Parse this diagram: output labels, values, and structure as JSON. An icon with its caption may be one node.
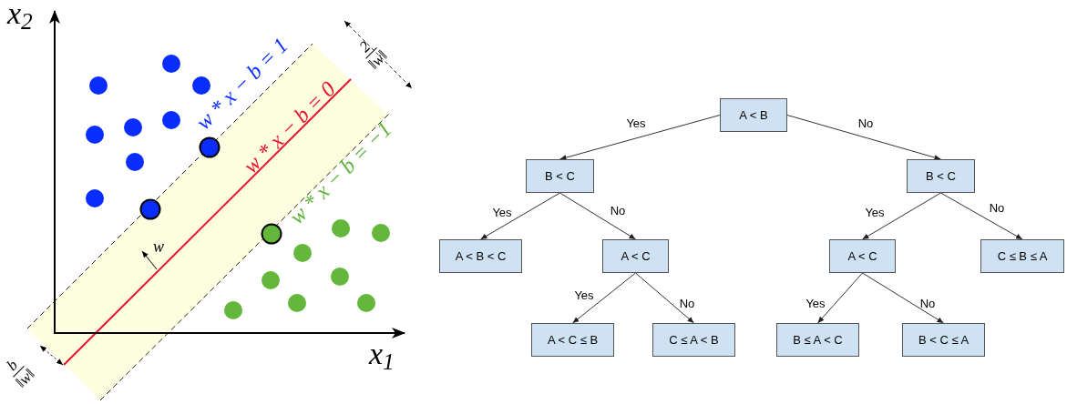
{
  "diagram": {
    "nodes": [
      {
        "text": [
          "A < B"
        ]
      },
      {
        "text": [
          "B < C"
        ]
      },
      {
        "text": [
          "B < C"
        ]
      },
      {
        "text": [
          "A < B < C"
        ]
      },
      {
        "text": [
          "A < C"
        ]
      },
      {
        "text": [
          "A < C"
        ]
      },
      {
        "text": [
          "C ≤ B ≤ A"
        ]
      },
      {
        "text": [
          "A < C ≤ B"
        ]
      },
      {
        "text": [
          "C ≤ A < B"
        ]
      },
      {
        "text": [
          "B ≤ A < C"
        ]
      },
      {
        "text": [
          "B < C ≤ A"
        ]
      }
    ],
    "edges": [
      {
        "from": 0,
        "to": 1,
        "arrow": "to",
        "label": "Yes"
      },
      {
        "from": 0,
        "to": 2,
        "arrow": "to",
        "label": "No"
      },
      {
        "from": 1,
        "to": 3,
        "arrow": "to",
        "label": "Yes"
      },
      {
        "from": 1,
        "to": 4,
        "arrow": "to",
        "label": "No"
      },
      {
        "from": 2,
        "to": 5,
        "arrow": "to",
        "label": "Yes"
      },
      {
        "from": 2,
        "to": 6,
        "arrow": "to",
        "label": "No"
      },
      {
        "from": 4,
        "to": 7,
        "arrow": "to",
        "label": "Yes"
      },
      {
        "from": 4,
        "to": 8,
        "arrow": "to",
        "label": "No"
      },
      {
        "from": 5,
        "to": 9,
        "arrow": "to",
        "label": "Yes"
      },
      {
        "from": 5,
        "to": 10,
        "arrow": "to",
        "label": "No"
      }
    ],
    "labels": [
      "x$_{2}$",
      "2",
      "‖w‖",
      "w * x − b = 1",
      "w * x − b = 0",
      "w * x − b = −1",
      "w",
      "x$_{1}$",
      "b",
      "‖w‖"
    ]
  }
}
